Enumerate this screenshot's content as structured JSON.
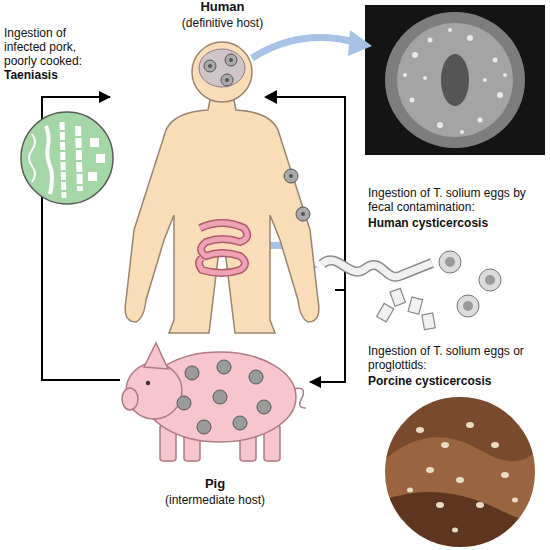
{
  "diagram": {
    "nodes": [
      {
        "text": [
          "Human",
          "(definitive host)"
        ]
      },
      {
        "text": [
          "Ingestion of infected pork, poorly cooked:",
          "Taeniasis"
        ]
      },
      {
        "text": [
          "Pig",
          "(intermediate host)"
        ]
      }
    ],
    "edges": [
      {
        "from": 2,
        "to": 0,
        "arrow": "to"
      },
      {
        "from": 0,
        "to": 2,
        "arrow": "to"
      }
    ],
    "labels": [
      "Ingestion of T. solium eggs by fecal contamination:",
      "Human cysticercosis",
      "Ingestion of T. solium eggs or proglottids:",
      "Porcine cysticercosis"
    ]
  }
}
